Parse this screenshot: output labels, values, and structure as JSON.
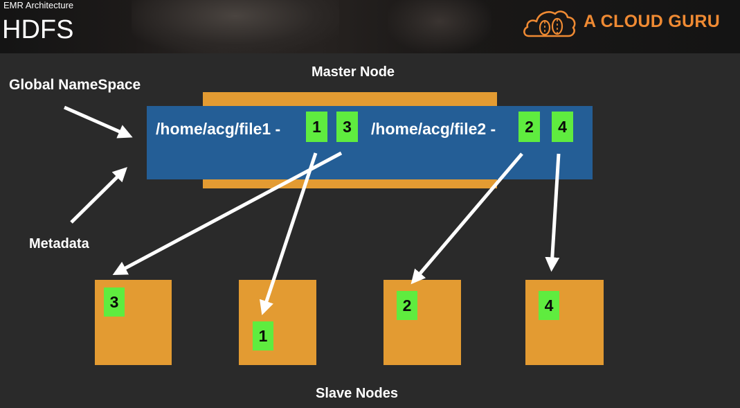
{
  "header": {
    "subtitle": "EMR Architecture",
    "title": "HDFS",
    "brand": "A CLOUD GURU",
    "brand_color": "#ef8a33",
    "logo_icon": "cloud-logo-icon"
  },
  "colors": {
    "node_orange": "#e39b32",
    "namespace_blue": "#245e96",
    "block_green": "#5fec3f",
    "background": "#2a2a2a"
  },
  "labels": {
    "master_node": "Master Node",
    "global_namespace": "Global NameSpace",
    "metadata": "Metadata",
    "slave_nodes": "Slave Nodes"
  },
  "namespace": {
    "files": [
      {
        "path": "/home/acg/file1 -",
        "blocks": [
          "1",
          "3"
        ]
      },
      {
        "path": "/home/acg/file2 -",
        "blocks": [
          "2",
          "4"
        ]
      }
    ]
  },
  "slave_nodes": [
    {
      "block": "3"
    },
    {
      "block": "1"
    },
    {
      "block": "2"
    },
    {
      "block": "4"
    }
  ]
}
